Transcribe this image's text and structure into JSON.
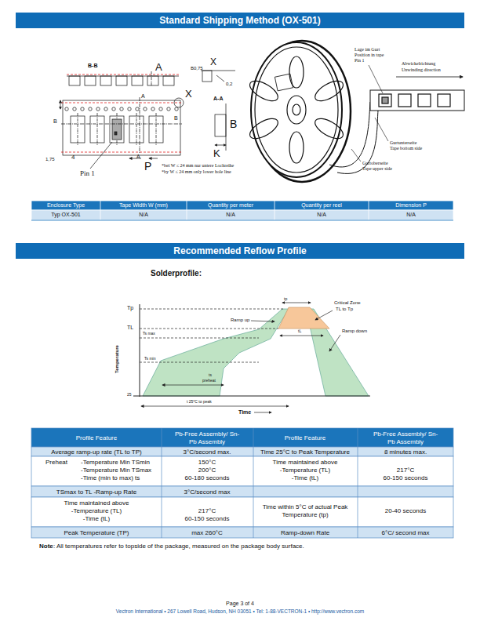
{
  "diagram": {
    "nodes": [
      {
        "text": [
          "Standard Shipping Method (OX-501)"
        ]
      },
      {
        "text": [
          "Recommended Reflow Profile"
        ]
      }
    ],
    "labels": [
      "B-B",
      "A",
      "X",
      "B0,75",
      "X",
      "0,2",
      "A",
      "A-A",
      "B",
      "B",
      "B",
      "A",
      "K",
      "1,75",
      "4",
      "Pin 1",
      "P",
      "*bei W ≤ 24 mm nur untere Lochreihe",
      "*by W ≤ 24 mm only lower hole line",
      "Lage im Gurt",
      "Position in tape",
      "Pin 1",
      "Abwickelrichtung",
      "Unwinding direction",
      "Gurtunterseite",
      "Tape bottom side",
      "Gurtoberseite",
      "Tape upper side",
      "Enclosure Type",
      "Tape Width W (mm)",
      "Quantity per meter",
      "Quantity per reel",
      "Dimension P",
      "Typ OX-501",
      "N/A",
      "N/A",
      "N/A",
      "N/A",
      "Solderprofile:",
      "Tp",
      "TL",
      "Ts max",
      "Ts min",
      "ts",
      "preheat",
      "tp",
      "Ramp up",
      "tL",
      "Critical Zone",
      "TL to Tp",
      "Ramp down",
      "25",
      "t 25°C to peak",
      "Time",
      "Temperature",
      "Profile Feature",
      "Pb-Free Assembly/ Sn-Pb Assembly",
      "Profile Feature",
      "Pb-Free Assembly/ Sn-Pb Assembly",
      "Average ramp-up rate (TL to TP)",
      "3°C/second max.",
      "Time 25°C to Peak Temperature",
      "8 minutes max.",
      "Preheat",
      "-Temperature Min TSmin",
      "-Temperature Min TSmax",
      "-Time (min to max) ts",
      "150°C",
      "200°C",
      "60-180 seconds",
      "Time maintained above",
      "-Temperature (TL)",
      "-Time (tL)",
      "217°C",
      "60-150 seconds",
      "TSmax to TL -Ramp-up Rate",
      "3°C/second max",
      "Time maintained above",
      "-Temperature (TL)",
      "-Time (tL)",
      "217°C",
      "60-150 seconds",
      "Time within 5°C of actual Peak Temperature (tp)",
      "20-40 seconds",
      "Peak Temperature (TP)",
      "max 260°C",
      "Ramp-down Rate",
      "6°C/ second max",
      "Note",
      ": All temperatures refer to topside of the package, measured on the package body surface.",
      "Page 3 of 4",
      "Vectron International • 267 Lowell Road, Hudson, NH 03051 • Tel: 1-88-VECTRON-1 • http://www.vectron.com"
    ]
  }
}
